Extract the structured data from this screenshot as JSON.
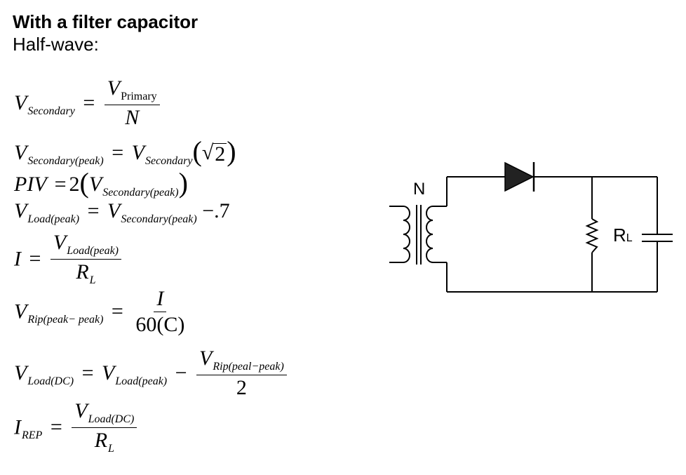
{
  "heading": "With a filter capacitor",
  "subheading": "Half-wave:",
  "equations": {
    "eq1": {
      "lhs_v": "V",
      "lhs_sub": "Secondary",
      "num_v": "V",
      "num_sub": "Primary",
      "den": "N"
    },
    "eq2": {
      "lhs_v": "V",
      "lhs_sub": "Secondary(peak)",
      "rhs_v": "V",
      "rhs_sub": "Secondary",
      "sqrt_arg": "2"
    },
    "eq3": {
      "lhs": "PIV",
      "coef": "2",
      "v": "V",
      "v_sub": "Secondary(peak)"
    },
    "eq4": {
      "lhs_v": "V",
      "lhs_sub": "Load(peak)",
      "rhs_v": "V",
      "rhs_sub": "Secondary(peak)",
      "const": "−.7"
    },
    "eq5": {
      "lhs": "I",
      "num_v": "V",
      "num_sub": "Load(peak)",
      "den_v": "R",
      "den_sub": "L"
    },
    "eq6": {
      "lhs_v": "V",
      "lhs_sub": "Rip(peak− peak)",
      "num": "I",
      "den": "60(C)"
    },
    "eq7": {
      "lhs_v": "V",
      "lhs_sub": "Load(DC)",
      "rhs_v": "V",
      "rhs_sub": "Load(peak)",
      "num_v": "V",
      "num_sub": "Rip(peal−peak)",
      "den": "2"
    },
    "eq8": {
      "lhs_v": "I",
      "lhs_sub": "REP",
      "num_v": "V",
      "num_sub": "Load(DC)",
      "den_v": "R",
      "den_sub": "L"
    }
  },
  "circuit": {
    "transformer_label": "N",
    "load_label_main": "R",
    "load_label_sub": "L",
    "components": [
      "transformer",
      "diode",
      "resistor",
      "capacitor"
    ]
  }
}
